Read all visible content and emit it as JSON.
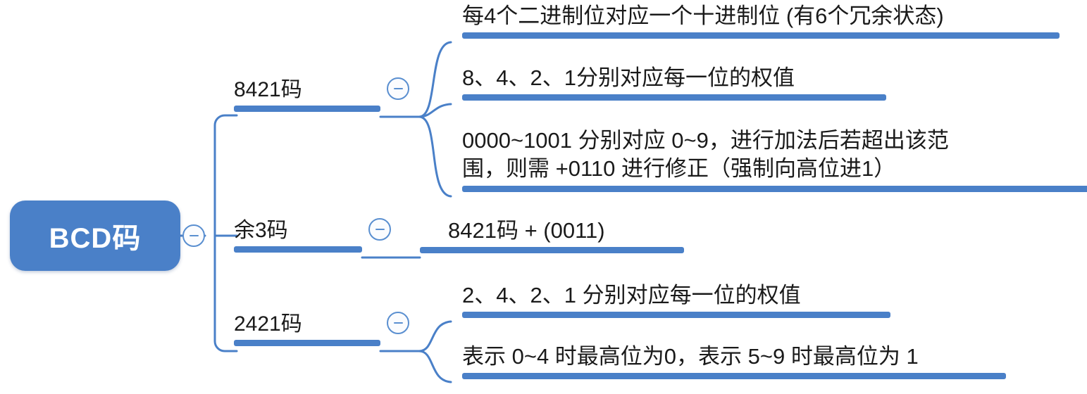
{
  "diagram": {
    "type": "mind-map",
    "title": "BCD码",
    "orientation": "left-to-right",
    "colors": {
      "node_fill": "#4a80c8",
      "node_text": "#ffffff",
      "underline": "#4a80c8",
      "connector": "#4a80c8",
      "toggle_border": "#5a8fd0",
      "text": "#1a1a1a",
      "background": "#ffffff"
    },
    "root": {
      "label": "BCD码",
      "toggle": "collapse-minus"
    },
    "branches": [
      {
        "label": "8421码",
        "toggle": "collapse-minus",
        "leaves": [
          {
            "text": "每4个二进制位对应一个十进制位 (有6个冗余状态)"
          },
          {
            "text": "8、4、2、1分别对应每一位的权值"
          },
          {
            "text": "0000~1001 分别对应 0~9，进行加法后若超出该范\n围，则需 +0110 进行修正（强制向高位进1）"
          }
        ]
      },
      {
        "label": "余3码",
        "toggle": "collapse-minus",
        "leaves": [
          {
            "text": "8421码 + (0011)"
          }
        ]
      },
      {
        "label": "2421码",
        "toggle": "collapse-minus",
        "leaves": [
          {
            "text": "2、4、2、1 分别对应每一位的权值"
          },
          {
            "text": "表示 0~4 时最高位为0，表示 5~9 时最高位为 1"
          }
        ]
      }
    ]
  }
}
